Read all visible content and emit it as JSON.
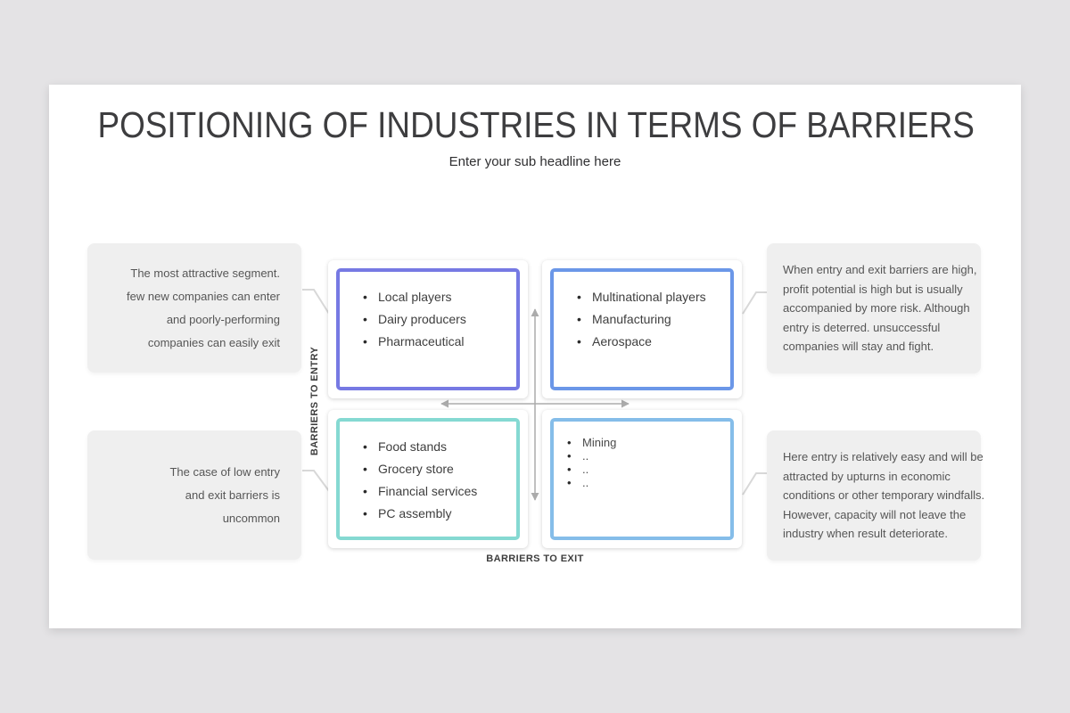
{
  "theme": {
    "page_bg": "#e4e3e5",
    "slide_bg": "#ffffff",
    "callout_bg": "#efefef",
    "title_color": "#3d3d3f",
    "body_text_color": "#565656",
    "axis_arrow_color": "#ababab",
    "connector_color": "#d8d8d8"
  },
  "header": {
    "title": "POSITIONING OF INDUSTRIES IN TERMS OF BARRIERS",
    "subtitle": "Enter your sub headline here"
  },
  "axes": {
    "y_label": "BARRIERS TO ENTRY",
    "x_label": "BARRIERS TO EXIT"
  },
  "callouts": {
    "top_left": {
      "lines": [
        "The most attractive segment.",
        "few new companies can enter",
        "and poorly-performing",
        "companies can easily exit"
      ]
    },
    "bottom_left": {
      "lines": [
        "The case of low entry",
        "and exit barriers is",
        "uncommon"
      ]
    },
    "top_right": {
      "lines": [
        "When entry and exit barriers are high,",
        "profit potential is high but is usually",
        "accompanied by more risk. Although",
        "entry is deterred. unsuccessful",
        "companies will stay and fight."
      ]
    },
    "bottom_right": {
      "lines": [
        "Here entry is relatively easy and will be",
        "attracted by upturns in economic",
        "conditions or other temporary windfalls.",
        "However, capacity will not leave the",
        "industry when result deteriorate."
      ]
    }
  },
  "quadrants": {
    "top_left": {
      "border_color": "#7679e3",
      "items": [
        "Local players",
        "Dairy producers",
        "Pharmaceutical"
      ]
    },
    "top_right": {
      "border_color": "#6b97e8",
      "items": [
        "Multinational players",
        "Manufacturing",
        "Aerospace"
      ]
    },
    "bottom_left": {
      "border_color": "#85d9d2",
      "items": [
        "Food stands",
        "Grocery store",
        "Financial services",
        "PC assembly"
      ]
    },
    "bottom_right": {
      "border_color": "#85bde9",
      "items": [
        "Mining",
        "..",
        "..",
        ".."
      ]
    }
  }
}
